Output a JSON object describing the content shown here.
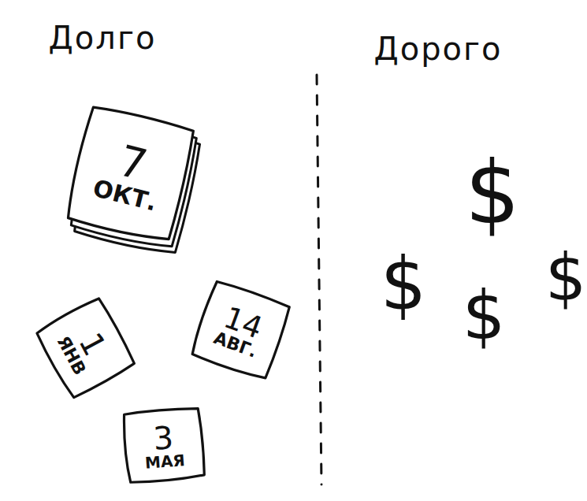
{
  "diagram": {
    "nodes": [
      {
        "text": [
          "7",
          "ОКТ."
        ]
      },
      {
        "text": [
          "1",
          "ЯНВ"
        ]
      },
      {
        "text": [
          "14",
          "АВГ."
        ]
      },
      {
        "text": [
          "3",
          "МАЯ"
        ]
      }
    ],
    "labels": [
      "Долго",
      "Дорого",
      "$",
      "$",
      "$",
      "$"
    ]
  }
}
